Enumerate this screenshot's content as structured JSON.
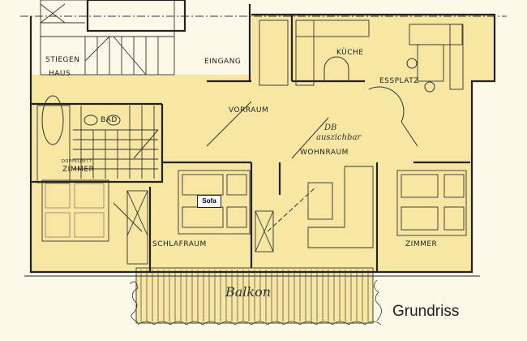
{
  "rooms": {
    "stiegenhaus_1": "STIEGEN",
    "stiegenhaus_2": "HAUS",
    "eingang": "EINGANG",
    "kueche": "KÜCHE",
    "essplatz": "ESSPLATZ",
    "vorraum": "VORRAUM",
    "bad": "BAD",
    "wohnraum": "WOHNRAUM",
    "doppelbett_1": "DOPPELBETT",
    "doppelbett_2": "ZIMMER",
    "schlafraum": "SCHLAFRAUM",
    "zimmer": "ZIMMER",
    "balkon": "Balkon"
  },
  "annotations": {
    "db_1": "DB",
    "db_2": "auszichbar",
    "sofa": "Sofa"
  },
  "caption": "Grundriss",
  "colors": {
    "background": "#fdf9e8",
    "plan_fill": "#f7e7a3",
    "lines": "#222222"
  }
}
